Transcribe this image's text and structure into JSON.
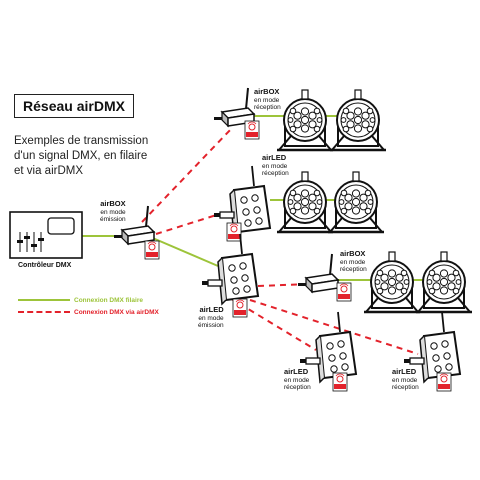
{
  "title": "Réseau airDMX",
  "subtitle": [
    "Exemples de transmission",
    "d'un signal DMX, en filaire",
    "et via airDMX"
  ],
  "controller_label": "Contrôleur DMX",
  "legend": {
    "wired": "Connexion DMX filaire",
    "wireless": "Connexion DMX via airDMX"
  },
  "colors": {
    "wired": "#9dc43a",
    "wireless": "#e3222b",
    "device": "#111111",
    "wifi": "#e3222b"
  },
  "wifi_badge": "Wi Fi",
  "nodes": {
    "airbox_top": {
      "name": "airBOX",
      "lines": [
        "en mode",
        "réception"
      ]
    },
    "airbox_emit": {
      "name": "airBOX",
      "lines": [
        "en mode",
        "émission"
      ]
    },
    "airled_top": {
      "name": "airLED",
      "lines": [
        "en mode",
        "réception"
      ]
    },
    "airled_emit": {
      "name": "airLED",
      "lines": [
        "en mode",
        "émission"
      ]
    },
    "airbox_mid": {
      "name": "airBOX",
      "lines": [
        "en mode",
        "réception"
      ]
    },
    "airled_bl": {
      "name": "airLED",
      "lines": [
        "en mode",
        "réception"
      ]
    },
    "airled_br": {
      "name": "airLED",
      "lines": [
        "en mode",
        "réception"
      ]
    }
  }
}
